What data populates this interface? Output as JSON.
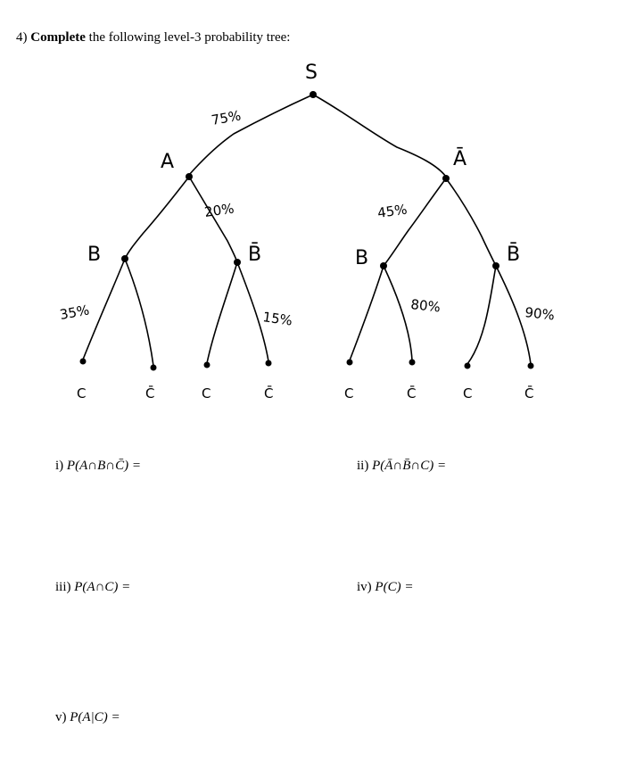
{
  "question": {
    "number": "4)",
    "bold": "Complete",
    "rest": "the following level-3 probability tree:"
  },
  "tree": {
    "root": "S",
    "level1": {
      "left": "A",
      "right": "Ā"
    },
    "level2": {
      "b": "B",
      "b_bar": "B̄"
    },
    "level3": {
      "c": "C",
      "c_bar": "C̄"
    },
    "probabilities": {
      "s_a": "75%",
      "a_b_bar": "20%",
      "a_bar": "45%",
      "ab_c": "35%",
      "ab_bar_c_bar": "15%",
      "a_bar_b_c_bar": "80%",
      "a_bar_b_bar_c_bar": "90%"
    }
  },
  "expressions": {
    "i": {
      "label": "i)",
      "text": "P(A∩B∩C̄) ="
    },
    "ii": {
      "label": "ii)",
      "text": "P(Ā∩B̄∩C) ="
    },
    "iii": {
      "label": "iii)",
      "text": "P(A∩C) ="
    },
    "iv": {
      "label": "iv)",
      "text": "P(C) ="
    },
    "v": {
      "label": "v)",
      "text": "P(A|C) ="
    }
  }
}
